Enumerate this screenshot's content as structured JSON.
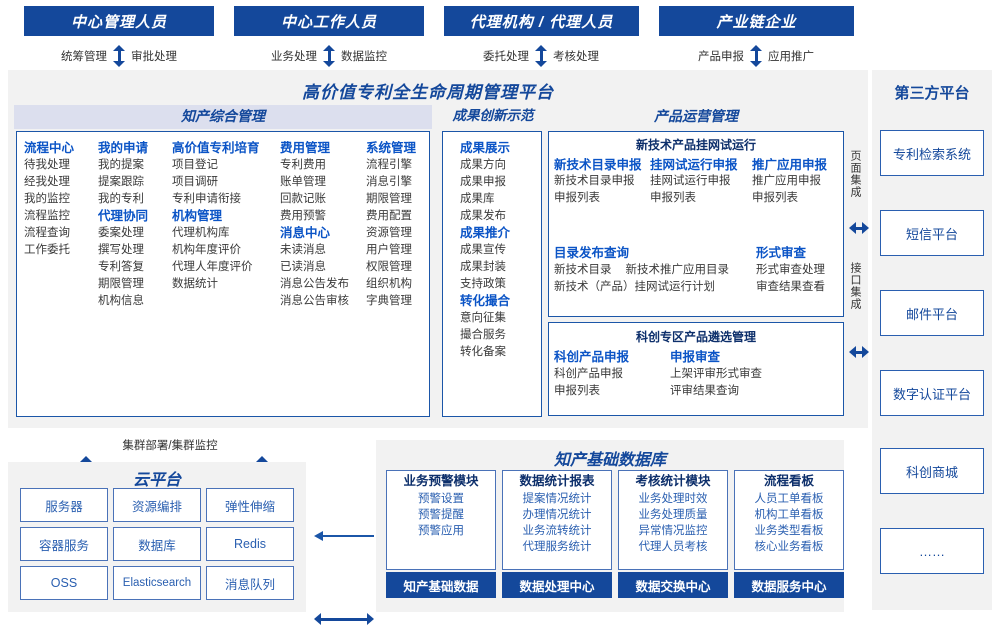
{
  "colors": {
    "brand_blue": "#14489b",
    "panel_gray": "#f2f2f2",
    "section_header_lavender": "#dcdfee",
    "item_text": "#3a3a3a",
    "col_head_blue": "#0b54c6"
  },
  "actors": [
    {
      "title": "中心管理人员",
      "left_label": "统筹管理",
      "right_label": "审批处理"
    },
    {
      "title": "中心工作人员",
      "left_label": "业务处理",
      "right_label": "数据监控"
    },
    {
      "title": "代理机构 / 代理人员",
      "left_label": "委托处理",
      "right_label": "考核处理"
    },
    {
      "title": "产业链企业",
      "left_label": "产品申报",
      "right_label": "应用推广"
    }
  ],
  "platform": {
    "title": "高价值专利全生命周期管理平台",
    "sections": {
      "zhichan": {
        "header": "知产综合管理",
        "columns": [
          {
            "groups": [
              {
                "head": "流程中心",
                "items": [
                  "待我处理",
                  "经我处理",
                  "我的监控",
                  "流程监控",
                  "流程查询",
                  "工作委托"
                ]
              }
            ]
          },
          {
            "groups": [
              {
                "head": "我的申请",
                "items": [
                  "我的提案",
                  "提案跟踪",
                  "我的专利"
                ]
              },
              {
                "head": "代理协同",
                "items": [
                  "委案处理",
                  "撰写处理",
                  "专利答复",
                  "期限管理",
                  "机构信息"
                ]
              }
            ]
          },
          {
            "groups": [
              {
                "head": "高价值专利培育",
                "items": [
                  "项目登记",
                  "项目调研",
                  "专利申请衔接"
                ]
              },
              {
                "head": "机构管理",
                "items": [
                  "代理机构库",
                  "机构年度评价",
                  "代理人年度评价",
                  "数据统计"
                ]
              }
            ]
          },
          {
            "groups": [
              {
                "head": "费用管理",
                "items": [
                  "专利费用",
                  "账单管理",
                  "回款记账",
                  "费用预警"
                ]
              },
              {
                "head": "消息中心",
                "items": [
                  "未读消息",
                  "已读消息",
                  "消息公告发布",
                  "消息公告审核"
                ]
              }
            ]
          },
          {
            "groups": [
              {
                "head": "系统管理",
                "items": [
                  "流程引擎",
                  "消息引擎",
                  "期限管理",
                  "费用配置",
                  "资源管理",
                  "用户管理",
                  "权限管理",
                  "组织机构",
                  "字典管理"
                ]
              }
            ]
          }
        ]
      },
      "chengguo": {
        "header": "成果创新示范",
        "groups": [
          {
            "head": "成果展示",
            "items": [
              "成果方向",
              "成果申报",
              "成果库",
              "成果发布"
            ]
          },
          {
            "head": "成果推介",
            "items": [
              "成果宣传",
              "成果封装",
              "支持政策"
            ]
          },
          {
            "head": "转化撮合",
            "items": [
              "意向征集",
              "撮合服务",
              "转化备案"
            ]
          }
        ]
      },
      "chanpin": {
        "header": "产品运营管理",
        "block1": {
          "title": "新技术产品挂网试运行",
          "row1": [
            {
              "head": "新技术目录申报",
              "items": [
                "新技术目录申报",
                "申报列表"
              ]
            },
            {
              "head": "挂网试运行申报",
              "items": [
                "挂网试运行申报",
                "申报列表"
              ]
            },
            {
              "head": "推广应用申报",
              "items": [
                "推广应用申报",
                "申报列表"
              ]
            }
          ],
          "row2_left": {
            "head": "目录发布查询",
            "items": [
              "新技术目录",
              "新技术推广应用目录",
              "新技术（产品）挂网试运行计划"
            ]
          },
          "row2_right": {
            "head": "形式审查",
            "items": [
              "形式审查处理",
              "审查结果查看"
            ]
          }
        },
        "block2": {
          "title": "科创专区产品遴选管理",
          "columns": [
            {
              "head": "科创产品申报",
              "items": [
                "科创产品申报",
                "申报列表"
              ]
            },
            {
              "head": "申报审查",
              "items": [
                "上架评审形式审查",
                "评审结果查询"
              ]
            }
          ]
        }
      }
    },
    "integration": [
      {
        "label": "页面集成"
      },
      {
        "label": "接口集成"
      }
    ]
  },
  "third_party": {
    "title": "第三方平台",
    "items": [
      "专利检索系统",
      "短信平台",
      "邮件平台",
      "数字认证平台",
      "科创商城",
      "……"
    ]
  },
  "cluster_label": "集群部署/集群监控",
  "cloud": {
    "title": "云平台",
    "cells": [
      "服务器",
      "资源编排",
      "弹性伸缩",
      "容器服务",
      "数据库",
      "Redis",
      "OSS",
      "Elasticsearch",
      "消息队列"
    ]
  },
  "database": {
    "title": "知产基础数据库",
    "columns": [
      {
        "head": "业务预警模块",
        "items": [
          "预警设置",
          "预警提醒",
          "预警应用"
        ],
        "footer": "知产基础数据"
      },
      {
        "head": "数据统计报表",
        "items": [
          "提案情况统计",
          "办理情况统计",
          "业务流转统计",
          "代理服务统计"
        ],
        "footer": "数据处理中心"
      },
      {
        "head": "考核统计模块",
        "items": [
          "业务处理时效",
          "业务处理质量",
          "异常情况监控",
          "代理人员考核"
        ],
        "footer": "数据交换中心"
      },
      {
        "head": "流程看板",
        "items": [
          "人员工单看板",
          "机构工单看板",
          "业务类型看板",
          "核心业务看板"
        ],
        "footer": "数据服务中心"
      }
    ]
  }
}
